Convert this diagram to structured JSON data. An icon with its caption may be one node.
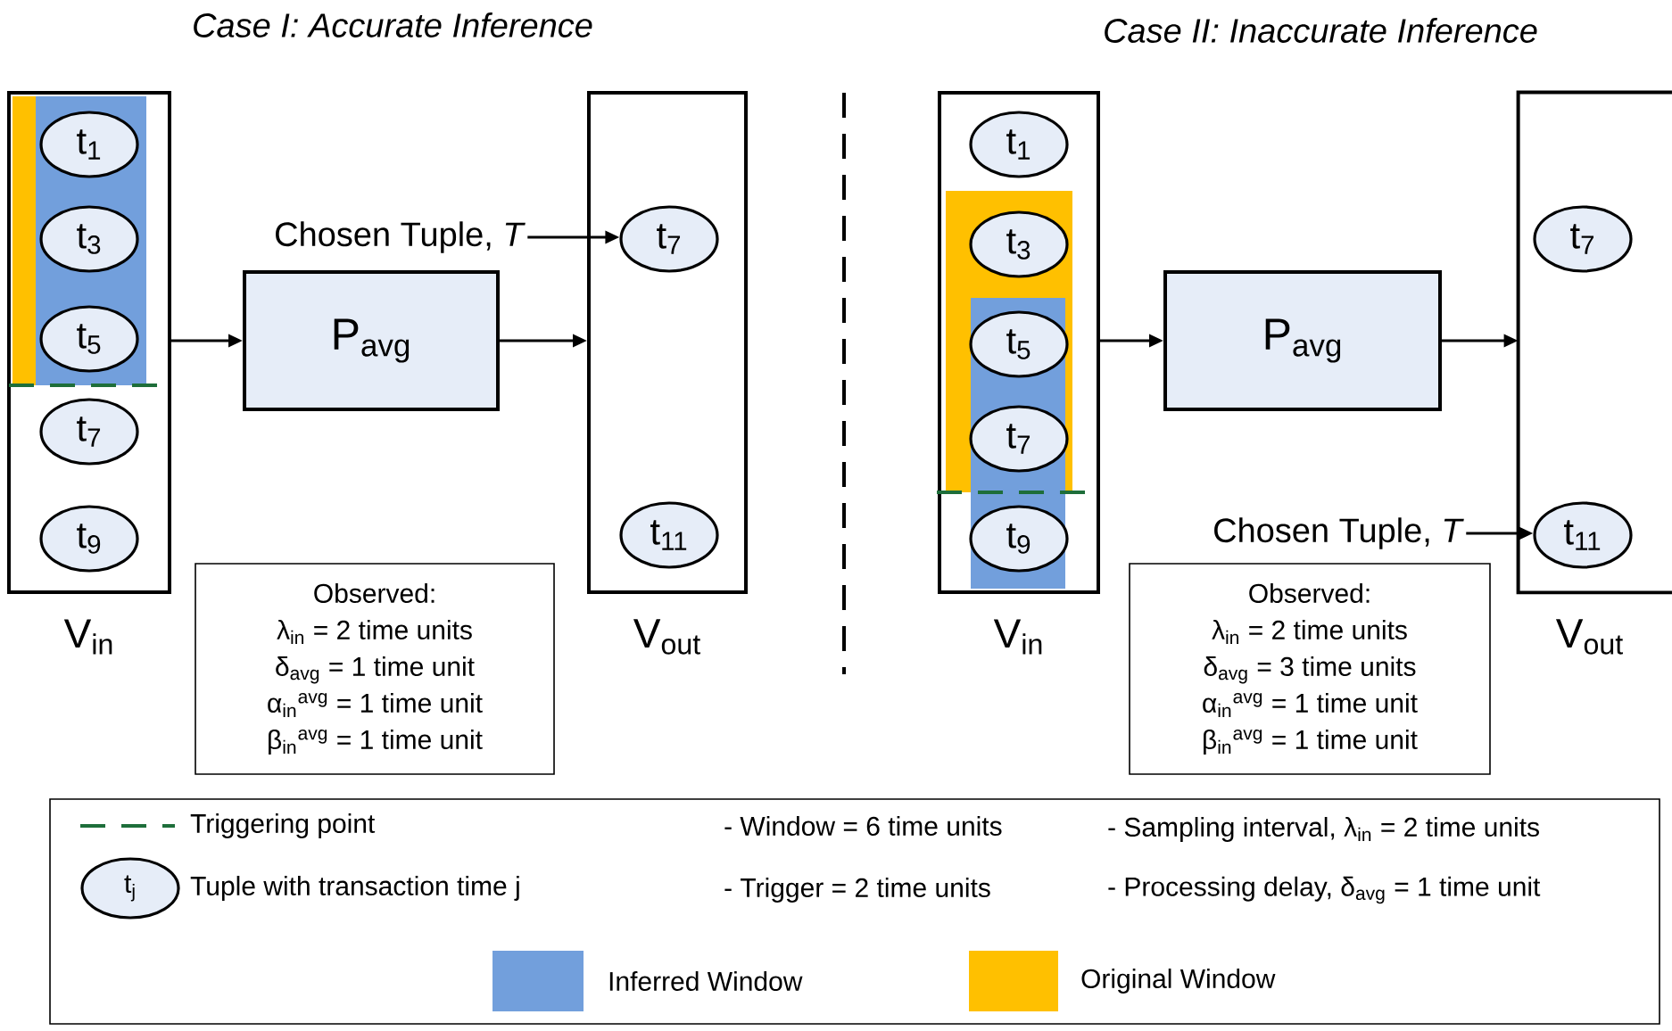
{
  "diagram": {
    "nodes": [
      {
        "text": [
          "V$_{in}$"
        ]
      },
      {
        "text": [
          "t$_{1}$"
        ],
        "in": 0
      },
      {
        "text": [
          "t$_{3}$"
        ],
        "in": 0
      },
      {
        "text": [
          "t$_{5}$"
        ],
        "in": 0
      },
      {
        "text": [
          "t$_{7}$"
        ],
        "in": 0
      },
      {
        "text": [
          "t$_{9}$"
        ],
        "in": 0
      },
      {
        "text": [
          "P$_{avg}$"
        ]
      },
      {
        "text": [
          "V$_{out}$"
        ]
      },
      {
        "text": [
          "t$_{7}$"
        ],
        "in": 7
      },
      {
        "text": [
          "t$_{11}$"
        ],
        "in": 7
      },
      {
        "text": [
          "Chosen Tuple, *T*"
        ]
      },
      {
        "text": [
          "Observed:",
          "λ$_{in}$ = 2 time units",
          "δ$_{avg}$ = 1 time unit",
          "α$_{in}$$^{avg}$ = 1 time unit",
          "β$_{in}$$^{avg}$ = 1 time unit"
        ]
      },
      {
        "text": [
          "V$_{in}$"
        ]
      },
      {
        "text": [
          "t$_{1}$"
        ],
        "in": 12
      },
      {
        "text": [
          "t$_{3}$"
        ],
        "in": 12
      },
      {
        "text": [
          "t$_{5}$"
        ],
        "in": 12
      },
      {
        "text": [
          "t$_{7}$"
        ],
        "in": 12
      },
      {
        "text": [
          "t$_{9}$"
        ],
        "in": 12
      },
      {
        "text": [
          "P$_{avg}$"
        ]
      },
      {
        "text": [
          "V$_{out}$"
        ]
      },
      {
        "text": [
          "t$_{7}$"
        ],
        "in": 19
      },
      {
        "text": [
          "t$_{11}$"
        ],
        "in": 19
      },
      {
        "text": [
          "Chosen Tuple, *T*"
        ]
      },
      {
        "text": [
          "Observed:",
          "λ$_{in}$ = 2 time units",
          "δ$_{avg}$ = 3 time units",
          "α$_{in}$$^{avg}$ = 1 time unit",
          "β$_{in}$$^{avg}$ = 1 time unit"
        ]
      }
    ],
    "edges": [
      {
        "from": 0,
        "to": 6,
        "arrow": "to"
      },
      {
        "from": 6,
        "to": 7,
        "arrow": "to"
      },
      {
        "from": 10,
        "to": 8,
        "arrow": "to"
      },
      {
        "from": 12,
        "to": 18,
        "arrow": "to"
      },
      {
        "from": 18,
        "to": 19,
        "arrow": "to"
      },
      {
        "from": 22,
        "to": 21,
        "arrow": "to"
      }
    ],
    "labels": [
      "Case I: Accurate Inference",
      "Case II: Inaccurate Inference",
      "- Window = 6 time units",
      "- Sampling interval, λ$_{in}$ = 2 time units",
      "t$_{j}$",
      "- Trigger = 2 time units",
      "- Processing delay, δ$_{avg}$  = 1 time unit"
    ],
    "legend": [
      {
        "text": "Triggering point"
      },
      {
        "text": "Tuple with transaction time j"
      },
      {
        "text": "Inferred Window",
        "color": "#729fdc"
      },
      {
        "text": "Original Window",
        "color": "#ffc000"
      }
    ]
  }
}
